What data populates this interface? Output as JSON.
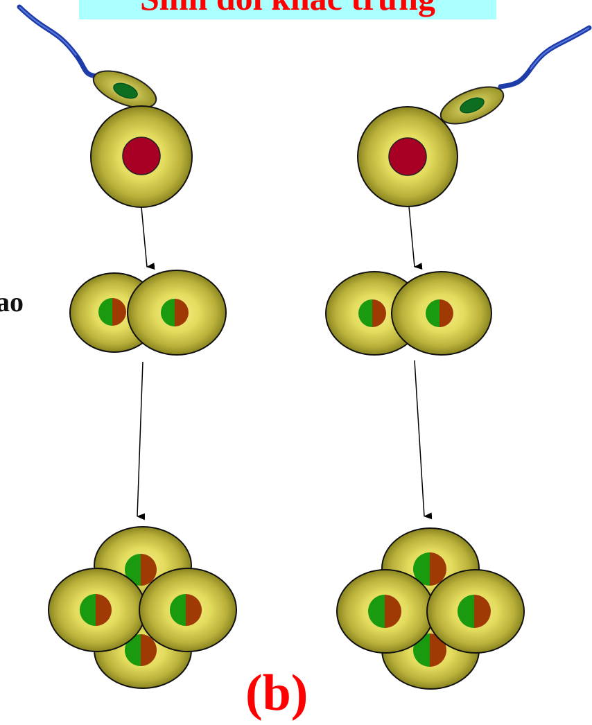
{
  "title": "Sinh đôi khác trứng",
  "side_label": "ao",
  "caption": "(b)",
  "colors": {
    "title_background": "#aaffff",
    "title_text": "#ff0000",
    "caption_text": "#ff0000",
    "cell_outer": "#8f8f1e",
    "cell_inner": "#f0e878",
    "nucleus": "#a80025",
    "nucleus_left": "#1a9a0e",
    "nucleus_right": "#a03a05",
    "sperm_tail": "#1e3ca8",
    "sperm_nucleus": "#0e6e20"
  },
  "lineages": [
    {
      "id": "left",
      "stages": [
        "zygote",
        "two-cell",
        "four-cell"
      ]
    },
    {
      "id": "right",
      "stages": [
        "zygote",
        "two-cell",
        "four-cell"
      ]
    }
  ]
}
